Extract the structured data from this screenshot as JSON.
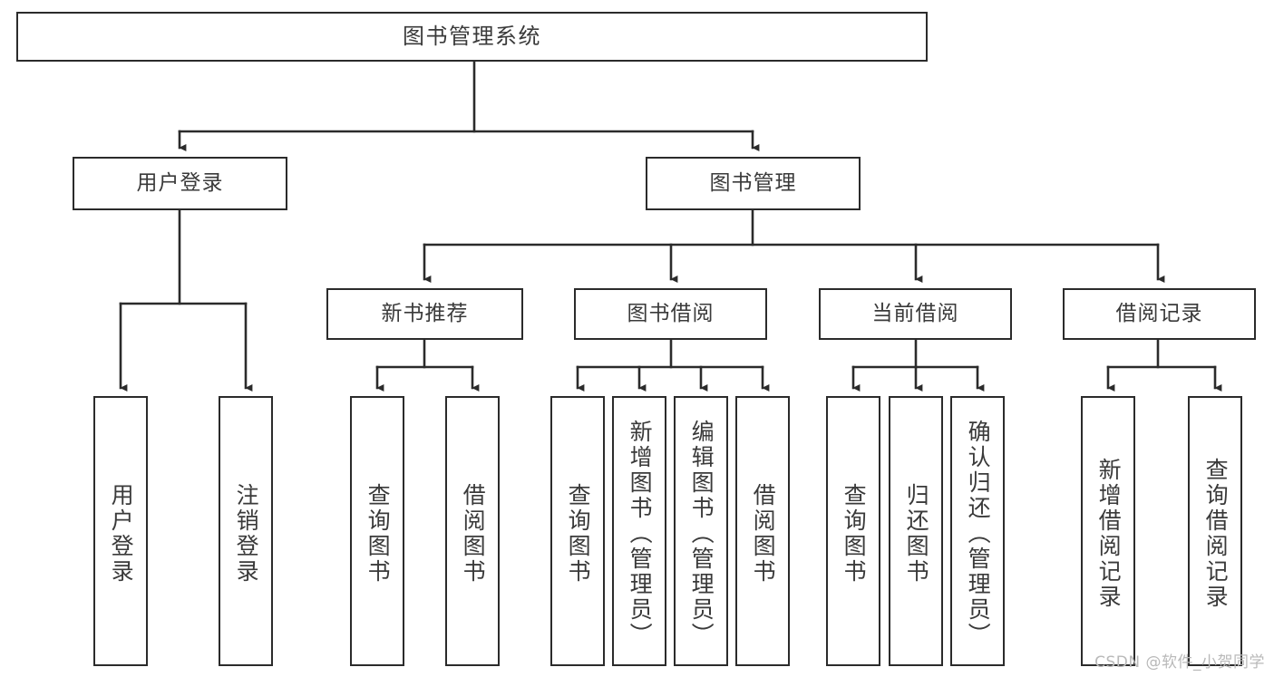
{
  "diagram": {
    "title": "图书管理系统",
    "watermark": "CSDN @软件_小贺同学",
    "colors": {
      "box_border": "#2b2b2b",
      "box_fill": "#ffffff",
      "text": "#3a3a3a",
      "connector": "#2b2b2b",
      "watermark": "#b9b9b9",
      "background": "#ffffff"
    },
    "root": {
      "label": "图书管理系统"
    },
    "level2": [
      {
        "label": "用户登录"
      },
      {
        "label": "图书管理"
      }
    ],
    "level3": [
      {
        "label": "新书推荐"
      },
      {
        "label": "图书借阅"
      },
      {
        "label": "当前借阅"
      },
      {
        "label": "借阅记录"
      }
    ],
    "leaves": {
      "user_login": [
        {
          "label": "用户登录"
        },
        {
          "label": "注销登录"
        }
      ],
      "new_book": [
        {
          "label": "查询图书"
        },
        {
          "label": "借阅图书"
        }
      ],
      "book_borrow": [
        {
          "label": "查询图书"
        },
        {
          "label": "新增图书（管理员）"
        },
        {
          "label": "编辑图书（管理员）"
        },
        {
          "label": "借阅图书"
        }
      ],
      "current_borrow": [
        {
          "label": "查询图书"
        },
        {
          "label": "归还图书"
        },
        {
          "label": "确认归还（管理员）"
        }
      ],
      "borrow_record": [
        {
          "label": "新增借阅记录"
        },
        {
          "label": "查询借阅记录"
        }
      ]
    }
  }
}
